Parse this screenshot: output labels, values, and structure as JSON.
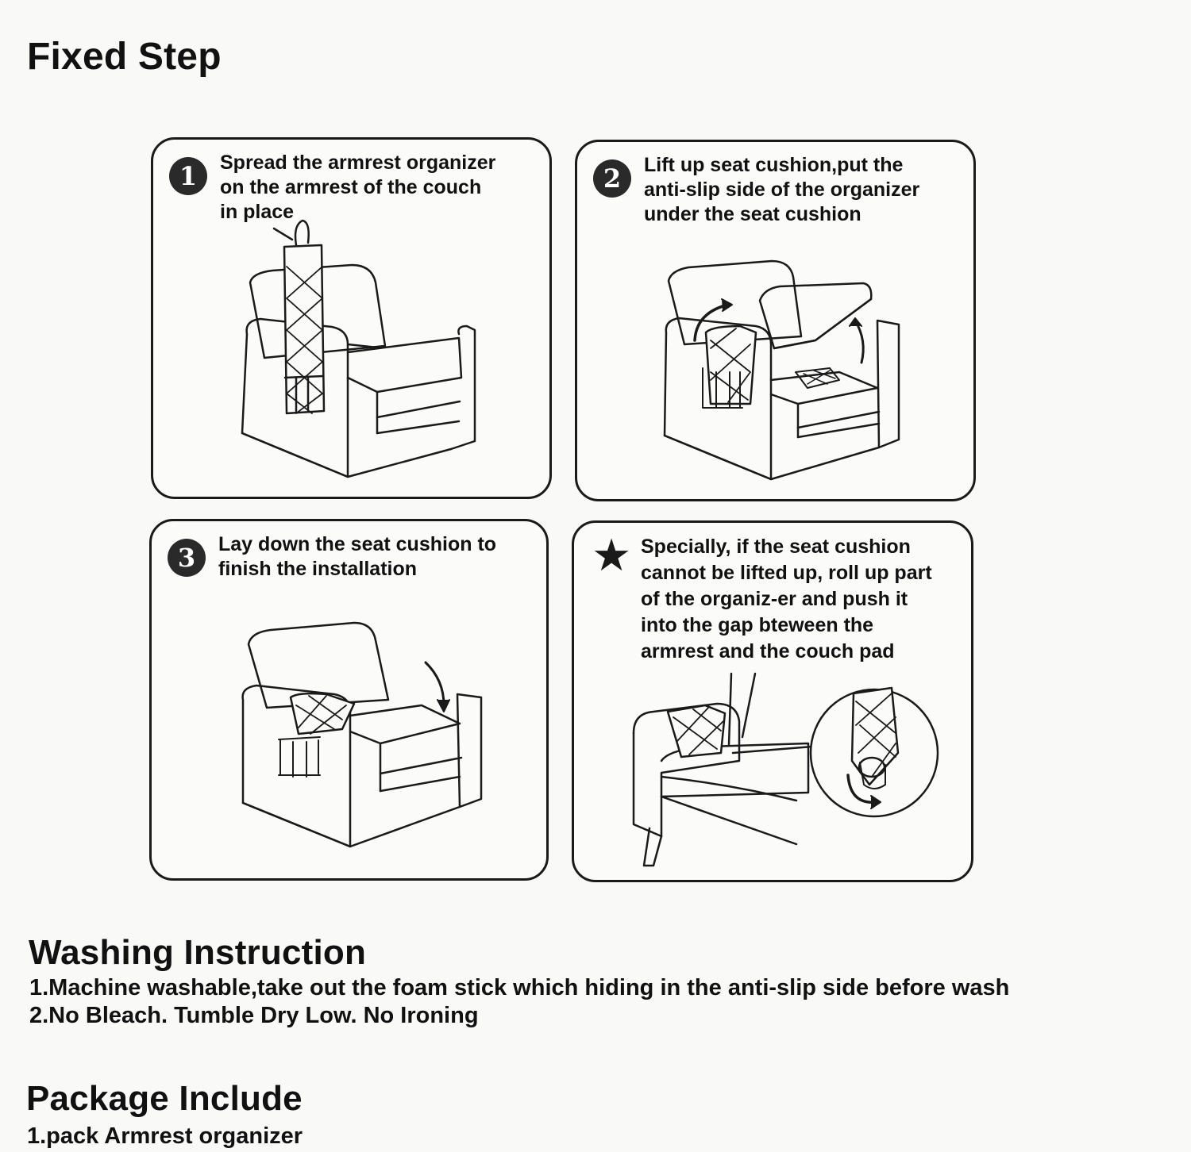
{
  "fixed_step": {
    "title": "Fixed Step",
    "steps": [
      {
        "marker": "1",
        "text": "Spread the armrest organizer\non the armrest of the couch\nin place"
      },
      {
        "marker": "2",
        "text": "Lift up seat cushion,put the\nanti-slip side of the organizer\nunder the seat cushion"
      },
      {
        "marker": "3",
        "text": "Lay down the seat cushion to\nfinish the installation"
      },
      {
        "marker": "★",
        "text": "Specially, if the seat cushion\ncannot be lifted up, roll up part\nof the organiz-er and push it\ninto the gap bteween the\narmrest and the couch pad"
      }
    ]
  },
  "washing": {
    "title": "Washing Instruction",
    "items": [
      "1.Machine washable,take out the foam stick which hiding in the anti-slip side before wash",
      "2.No Bleach. Tumble Dry Low. No Ironing"
    ]
  },
  "package": {
    "title": "Package Include",
    "items": [
      "1.pack Armrest organizer"
    ]
  }
}
